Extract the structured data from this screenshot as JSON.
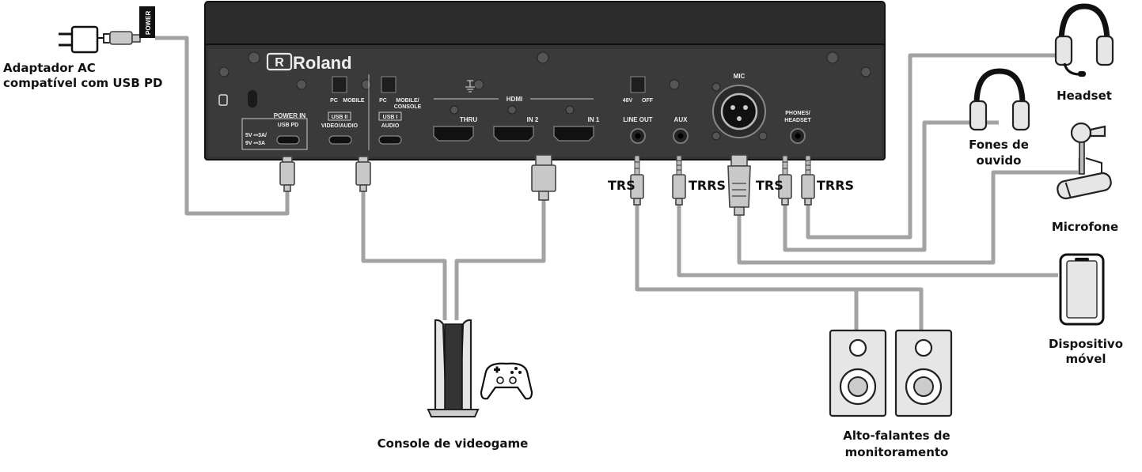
{
  "device": {
    "brand": "Roland",
    "ports": {
      "power_in": "POWER IN",
      "usb_pd": "USB PD",
      "power_spec_1": "5V ⎓3A/",
      "power_spec_2": "9V ⎓3A",
      "switch_video_pc": "PC",
      "switch_video_mobile": "MOBILE",
      "usb2": "USB II",
      "video_audio": "VIDEO/AUDIO",
      "switch_audio_pc": "PC",
      "switch_audio_mobile": "MOBILE/",
      "switch_audio_console": "CONSOLE",
      "usb1": "USB I",
      "audio": "AUDIO",
      "hdmi": "HDMI",
      "thru": "THRU",
      "in2": "IN 2",
      "in1": "IN 1",
      "v48": "48V",
      "off": "OFF",
      "line_out": "LINE OUT",
      "aux": "AUX",
      "mic": "MIC",
      "phones": "PHONES/",
      "headset": "HEADSET"
    }
  },
  "adapter": {
    "tag": "POWER",
    "label_line1": "Adaptador AC",
    "label_line2": "compatível com USB PD"
  },
  "plug_labels": {
    "lineout_trs": "TRS",
    "aux_trrs": "TRRS",
    "phones_trs": "TRS",
    "headset_trrs": "TRRS"
  },
  "devices": {
    "headset": "Headset",
    "headphones_1": "Fones de",
    "headphones_2": "ouvido",
    "microphone": "Microfone",
    "mobile_1": "Dispositivo",
    "mobile_2": "móvel",
    "speakers_1": "Alto-falantes de",
    "speakers_2": "monitoramento",
    "console": "Console de videogame"
  }
}
